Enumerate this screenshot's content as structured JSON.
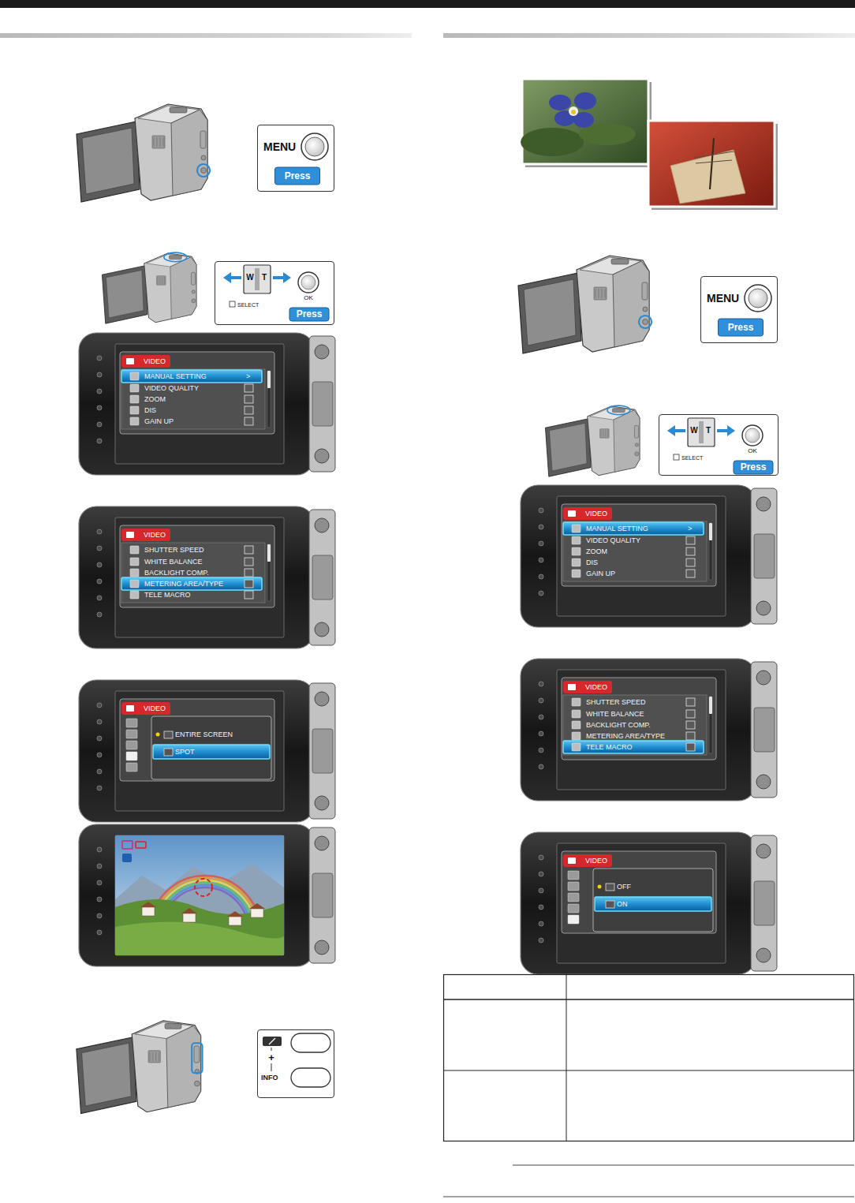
{
  "diagram": {
    "nodes": [
      {
        "text": [
          "MENU",
          "Press"
        ]
      },
      {
        "text": [
          "W",
          "T",
          "SELECT",
          "OK",
          "Press"
        ]
      },
      {
        "text": [
          "VIDEO",
          "MANUAL SETTING",
          ">",
          "VIDEO QUALITY",
          "ZOOM",
          "DIS",
          "GAIN UP"
        ]
      },
      {
        "text": [
          "VIDEO",
          "SHUTTER SPEED",
          "WHITE BALANCE",
          "BACKLIGHT COMP.",
          "METERING AREA/TYPE",
          "TELE MACRO"
        ]
      },
      {
        "text": [
          "VIDEO",
          "ENTIRE SCREEN",
          "SPOT"
        ]
      },
      {
        "text": [
          "+",
          "INFO"
        ]
      },
      {
        "text": [
          "MENU",
          "Press"
        ]
      },
      {
        "text": [
          "W",
          "T",
          "SELECT",
          "OK",
          "Press"
        ]
      },
      {
        "text": [
          "VIDEO",
          "MANUAL SETTING",
          ">",
          "VIDEO QUALITY",
          "ZOOM",
          "DIS",
          "GAIN UP"
        ]
      },
      {
        "text": [
          "VIDEO",
          "SHUTTER SPEED",
          "WHITE BALANCE",
          "BACKLIGHT COMP.",
          "METERING AREA/TYPE",
          "TELE MACRO"
        ]
      },
      {
        "text": [
          "VIDEO",
          "OFF",
          "ON"
        ]
      }
    ]
  }
}
